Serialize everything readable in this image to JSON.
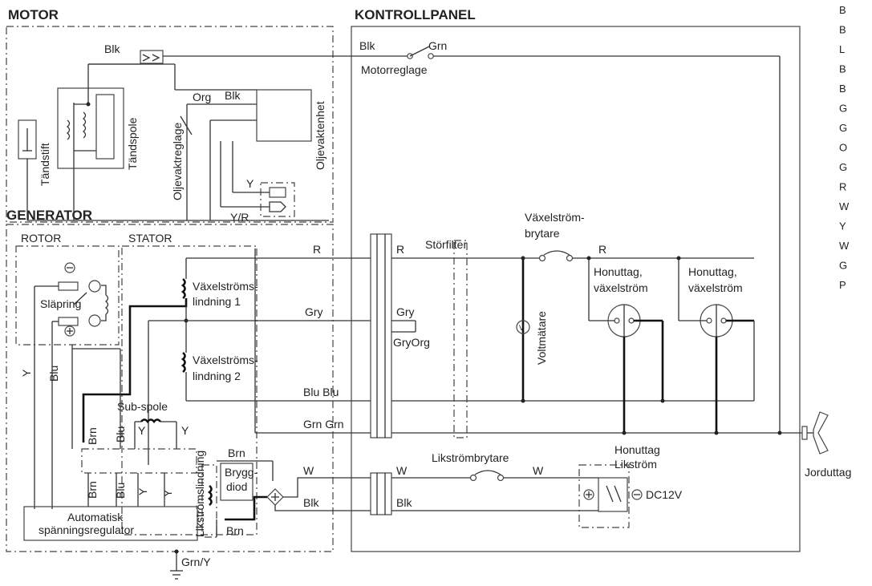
{
  "sections": {
    "motor": "MOTOR",
    "control_panel": "KONTROLLPANEL",
    "generator": "GENERATOR",
    "rotor": "ROTOR",
    "stator": "STATOR"
  },
  "components": {
    "spark_plug": "Tändstift",
    "ignition_coil": "Tändspole",
    "oil_alert_switch": "Oljevaktreglage",
    "oil_alert_unit": "Oljevaktenhet",
    "engine_switch": "Motorreglage",
    "slip_ring": "Släpring",
    "ac_winding_1_a": "Växelströms-",
    "ac_winding_1_b": "lindning 1",
    "ac_winding_2_a": "Växelströms-",
    "ac_winding_2_b": "lindning 2",
    "sub_coil": "Sub-spole",
    "dc_winding": "Likströmslindning",
    "bridge_diode_a": "Brygg-",
    "bridge_diode_b": "diod",
    "regulator_a": "Automatisk",
    "regulator_b": "spänningsregulator",
    "noise_filter": "Störfilter",
    "ac_breaker_a": "Växelström-",
    "ac_breaker_b": "brytare",
    "voltmeter": "Voltmätare",
    "ac_outlet_1_a": "Honuttag,",
    "ac_outlet_1_b": "växelström",
    "ac_outlet_2_a": "Honuttag,",
    "ac_outlet_2_b": "växelström",
    "dc_breaker": "Likströmbrytare",
    "dc_outlet_a": "Honuttag",
    "dc_outlet_b": "Likström",
    "dc_voltage": "DC12V",
    "ground_terminal": "Jorduttag",
    "voltmeter_symbol": "V"
  },
  "wires": {
    "blk_top": "Blk",
    "blk_switch": "Blk",
    "grn_switch": "Grn",
    "blk_unit": "Blk",
    "org": "Org",
    "y_alert": "Y",
    "yr_alert": "Y/R",
    "r_left": "R",
    "r_mid": "R",
    "r_outlet": "R",
    "gry_left": "Gry",
    "gry_mid": "Gry",
    "gryorg": "GryOrg",
    "blu_blu": "Blu Blu",
    "grn_grn": "Grn Grn",
    "w_left": "W",
    "w_mid": "W",
    "w_right": "W",
    "blk_left": "Blk",
    "blk_mid": "Blk",
    "brn_top": "Brn",
    "brn_bottom": "Brn",
    "y_vert": "Y",
    "blu_vert": "Blu",
    "brn_sub": "Brn",
    "blu_sub": "Blu",
    "y_sub_1": "Y",
    "y_sub_2": "Y",
    "brn_reg": "Brn",
    "blu_reg": "Blu",
    "y_reg_1": "Y",
    "y_reg_2": "Y",
    "grn_y": "Grn/Y"
  },
  "legend": [
    "B",
    "B",
    "L",
    "B",
    "B",
    "G",
    "G",
    "O",
    "G",
    "R",
    "W",
    "Y",
    "W",
    "G",
    "P"
  ]
}
